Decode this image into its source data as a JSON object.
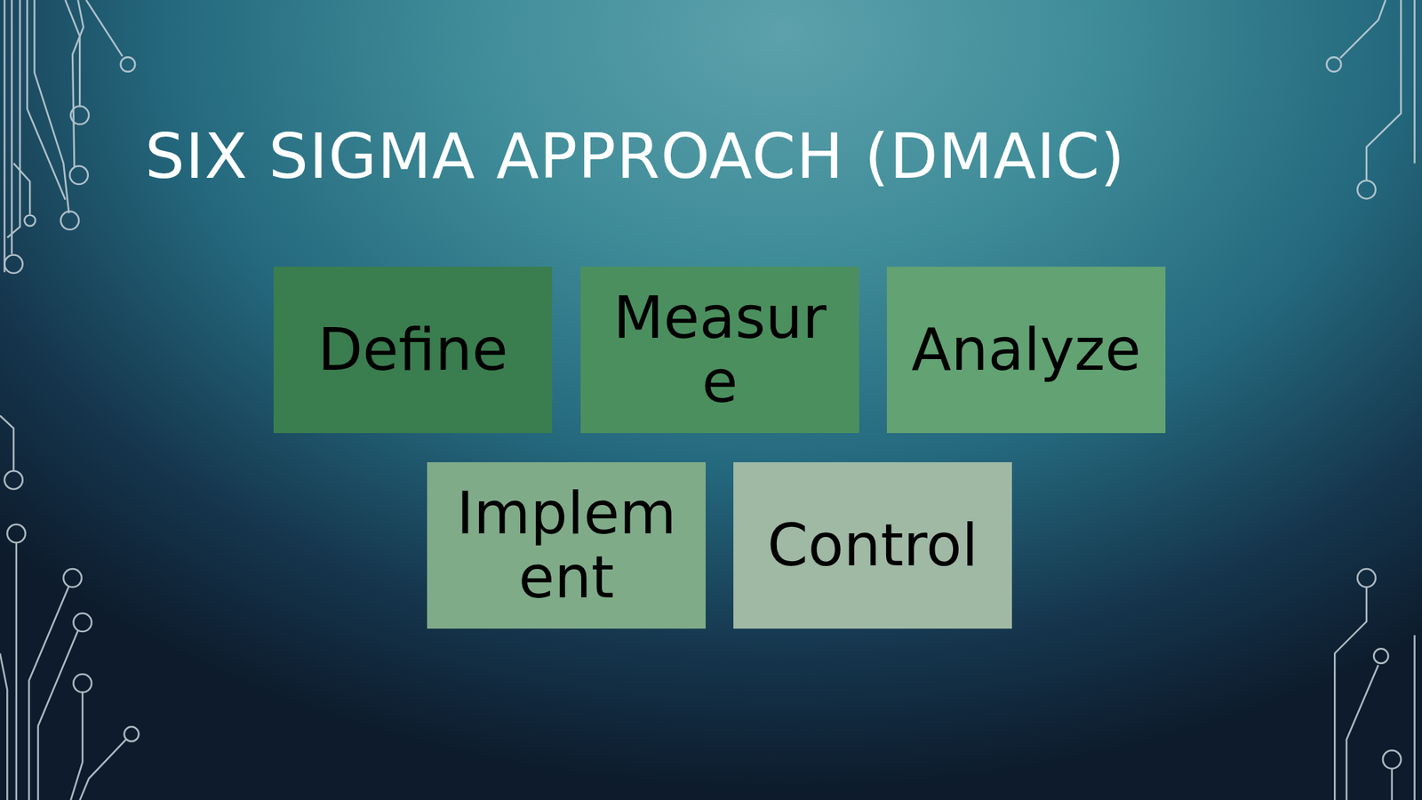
{
  "diagram": {
    "title": "SIX SIGMA APPROACH (DMAIC)",
    "nodes": [
      {
        "text": [
          "Define"
        ]
      },
      {
        "text": [
          "Measure"
        ]
      },
      {
        "text": [
          "Analyze"
        ]
      },
      {
        "text": [
          "Implement"
        ]
      },
      {
        "text": [
          "Control"
        ]
      }
    ]
  }
}
